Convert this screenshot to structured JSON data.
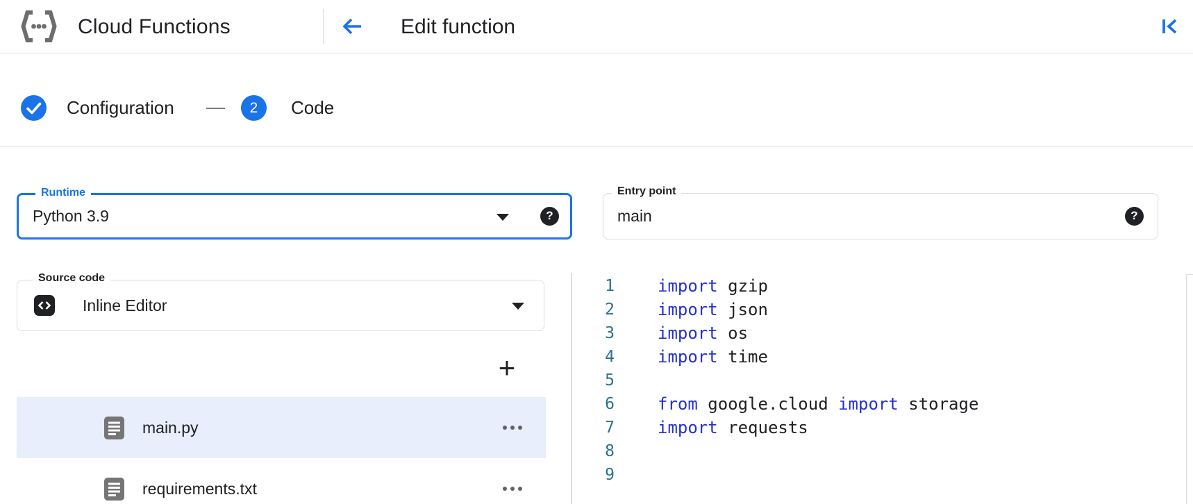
{
  "header": {
    "product_title": "Cloud Functions",
    "page_title": "Edit function"
  },
  "stepper": {
    "step1_label": "Configuration",
    "step1_state": "complete",
    "separator": "—",
    "step2_number": "2",
    "step2_label": "Code",
    "step2_state": "current"
  },
  "form": {
    "runtime": {
      "label": "Runtime",
      "value": "Python 3.9"
    },
    "entry_point": {
      "label": "Entry point",
      "value": "main"
    },
    "source_code": {
      "label": "Source code",
      "value": "Inline Editor"
    }
  },
  "file_explorer": {
    "files": [
      {
        "name": "main.py",
        "selected": true
      },
      {
        "name": "requirements.txt",
        "selected": false
      }
    ]
  },
  "editor": {
    "language": "python",
    "lines": [
      {
        "n": "1",
        "segments": [
          [
            "import",
            "kw"
          ],
          [
            " gzip",
            "pl"
          ]
        ]
      },
      {
        "n": "2",
        "segments": [
          [
            "import",
            "kw"
          ],
          [
            " json",
            "pl"
          ]
        ]
      },
      {
        "n": "3",
        "segments": [
          [
            "import",
            "kw"
          ],
          [
            " os",
            "pl"
          ]
        ]
      },
      {
        "n": "4",
        "segments": [
          [
            "import",
            "kw"
          ],
          [
            " time",
            "pl"
          ]
        ]
      },
      {
        "n": "5",
        "segments": []
      },
      {
        "n": "6",
        "segments": [
          [
            "from",
            "kw"
          ],
          [
            " google.cloud ",
            "pl"
          ],
          [
            "import",
            "kw"
          ],
          [
            " storage",
            "pl"
          ]
        ]
      },
      {
        "n": "7",
        "segments": [
          [
            "import",
            "kw"
          ],
          [
            " requests",
            "pl"
          ]
        ]
      },
      {
        "n": "8",
        "segments": []
      },
      {
        "n": "9",
        "segments": []
      }
    ]
  },
  "icons": {
    "help": "?",
    "add": "+",
    "logo": "cloud-functions-logo",
    "back": "back-arrow",
    "collapse": "collapse-panel",
    "check": "checkmark",
    "file": "document",
    "more": "more-horizontal",
    "source": "code-brackets",
    "dropdown": "caret-down"
  },
  "colors": {
    "accent_blue": "#1a73e8",
    "text": "#202124",
    "border": "#dadce0",
    "selected_row_bg": "#e8eefb",
    "code_keyword": "#2430cf",
    "code_line_number": "#2d7189",
    "icon_gray": "#757575"
  }
}
